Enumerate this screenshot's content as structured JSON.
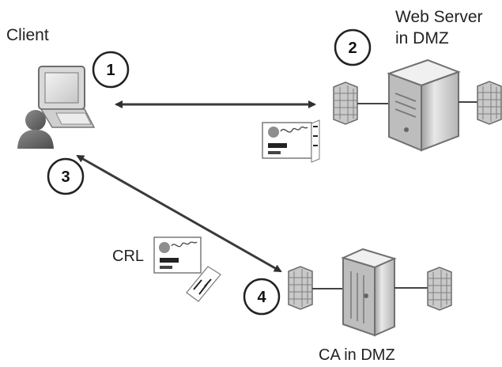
{
  "labels": {
    "client": "Client",
    "web_server_line1": "Web Server",
    "web_server_line2": "in DMZ",
    "crl": "CRL",
    "ca": "CA in DMZ"
  },
  "steps": [
    "1",
    "2",
    "3",
    "4"
  ],
  "colors": {
    "text": "#222222",
    "arrow": "#3a3a3a",
    "icon_dark": "#555555",
    "icon_mid": "#9a9a9a",
    "icon_light": "#e2e2e2",
    "certificate_badge": "#8e8e8e"
  }
}
